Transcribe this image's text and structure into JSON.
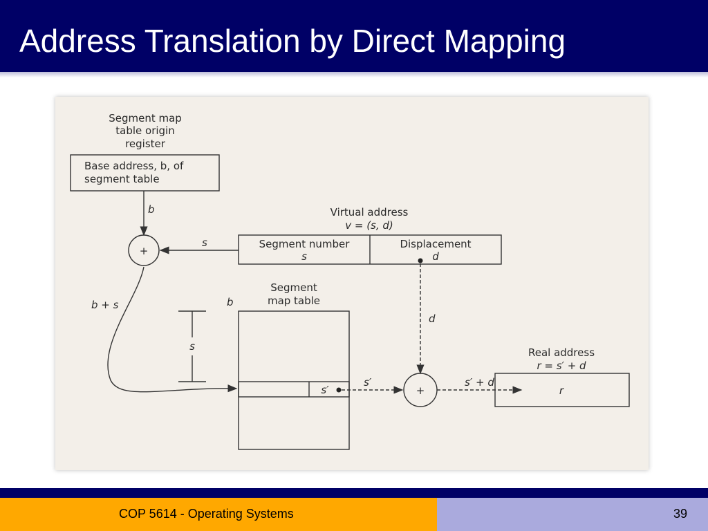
{
  "slide": {
    "title": "Address Translation by Direct Mapping",
    "footer_course": "COP 5614 - Operating Systems",
    "page_number": "39",
    "colors": {
      "title_bar": "#000066",
      "footer_left": "#ffa800",
      "footer_right": "#aaaadd"
    }
  },
  "diagram": {
    "smto_label_1": "Segment map",
    "smto_label_2": "table origin",
    "smto_label_3": "register",
    "base_box_1": "Base address, b, of",
    "base_box_2": "segment table",
    "b_arrow": "b",
    "s_arrow": "s",
    "plus_symbol": "+",
    "b_plus_s": "b + s",
    "virtual_label_1": "Virtual address",
    "virtual_label_2": "v = (s, d)",
    "seg_num_label": "Segment number",
    "seg_num_var": "s",
    "disp_label": "Displacement",
    "disp_var": "d",
    "smt_label_1": "Segment",
    "smt_label_2": "map table",
    "smt_b": "b",
    "s_span": "s",
    "d_arrow": "d",
    "s_prime_cell": "s′",
    "s_prime_arrow": "s′",
    "plus_symbol_2": "+",
    "sum_label": "s′ + d",
    "real_label_1": "Real address",
    "real_label_2": "r = s′ + d",
    "r_var": "r"
  }
}
